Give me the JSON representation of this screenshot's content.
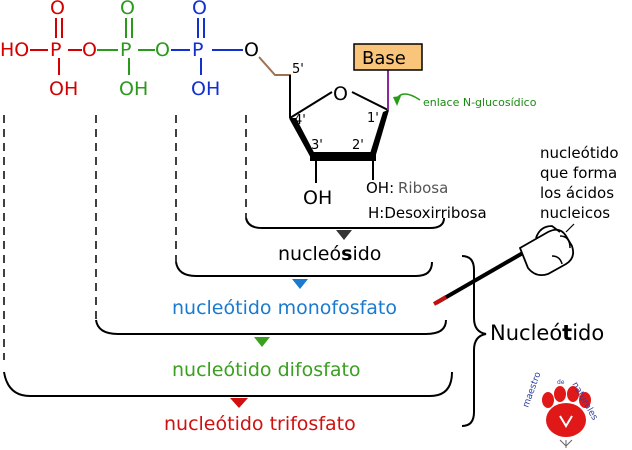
{
  "phosphates": {
    "p1": {
      "ho": "HO",
      "p": "P",
      "o_top": "O",
      "oh": "OH",
      "o_link": "O",
      "color": "#d40000"
    },
    "p2": {
      "p": "P",
      "o_top": "O",
      "oh": "OH",
      "o_link": "O",
      "color": "#2a9a1a"
    },
    "p3": {
      "p": "P",
      "o_top": "O",
      "oh": "OH",
      "o_link": "O",
      "color": "#1030d0"
    }
  },
  "sugar": {
    "c5": "5'",
    "c4": "4'",
    "c3": "3'",
    "c2": "2'",
    "c1": "1'",
    "ring_o": "O",
    "oh3": "OH",
    "oh2": "OH:",
    "ribosa": "Ribosa",
    "deoxy": "H:Desoxirribosa"
  },
  "base": {
    "label": "Base",
    "fill": "#f9c57a"
  },
  "bond_label": "enlace N-glucosídico",
  "levels": {
    "nucleosido": {
      "pre": "nucleó",
      "bold": "s",
      "post": "ido",
      "color": "#000000"
    },
    "monofosfato": {
      "text": "nucleótido monofosfato",
      "color": "#1a7ad0"
    },
    "difosfato": {
      "text": "nucleótido difosfato",
      "color": "#3aa020"
    },
    "trifosfato": {
      "text": "nucleótido trifosfato",
      "color": "#d01010"
    }
  },
  "nucleotido": {
    "pre": "Nucleó",
    "bold": "t",
    "post": "ido"
  },
  "note": {
    "line1": "nucleótido",
    "line2": "que forma",
    "line3": "los ácidos",
    "line4": "nucleicos"
  },
  "logo": {
    "word1": "maestro",
    "word2": "de",
    "word3": "naturales"
  }
}
